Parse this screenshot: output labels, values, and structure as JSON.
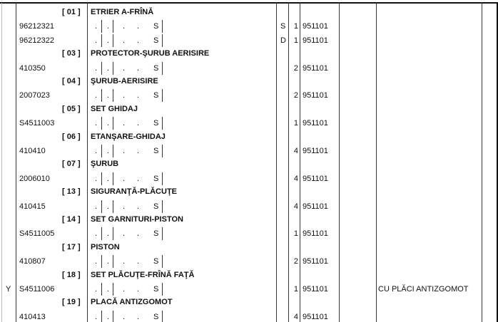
{
  "groups": [
    {
      "ref": "[ 01 ]",
      "name": "ETRIER A-FRÎNĂ",
      "parts": [
        {
          "code": "96212321",
          "col_s": "S",
          "side": "S",
          "qty": "1",
          "date": "951101"
        },
        {
          "code": "96212322",
          "col_s": "S",
          "side": "D",
          "qty": "1",
          "date": "951101"
        }
      ]
    },
    {
      "ref": "[ 03 ]",
      "name": "PROTECTOR-ŞURUB AERISIRE",
      "parts": [
        {
          "code": "410350",
          "col_s": "S",
          "qty": "2",
          "date": "951101"
        }
      ]
    },
    {
      "ref": "[ 04 ]",
      "name": "ŞURUB-AERISIRE",
      "parts": [
        {
          "code": "2007023",
          "col_s": "S",
          "qty": "2",
          "date": "951101"
        }
      ]
    },
    {
      "ref": "[ 05 ]",
      "name": "SET GHIDAJ",
      "parts": [
        {
          "code": "S4511003",
          "col_s": "S",
          "qty": "1",
          "date": "951101"
        }
      ]
    },
    {
      "ref": "[ 06 ]",
      "name": "ETANŞARE-GHIDAJ",
      "parts": [
        {
          "code": "410410",
          "col_s": "S",
          "qty": "4",
          "date": "951101"
        }
      ]
    },
    {
      "ref": "[ 07 ]",
      "name": "ŞURUB",
      "parts": [
        {
          "code": "2006010",
          "col_s": "S",
          "qty": "4",
          "date": "951101"
        }
      ]
    },
    {
      "ref": "[ 13 ]",
      "name": "SIGURANŢĂ-PLĂCUŢE",
      "parts": [
        {
          "code": "410415",
          "col_s": "S",
          "qty": "4",
          "date": "951101"
        }
      ]
    },
    {
      "ref": "[ 14 ]",
      "name": "SET GARNITURI-PISTON",
      "parts": [
        {
          "code": "S4511005",
          "col_s": "S",
          "qty": "1",
          "date": "951101"
        }
      ]
    },
    {
      "ref": "[ 17 ]",
      "name": "PISTON",
      "parts": [
        {
          "code": "410807",
          "col_s": "S",
          "qty": "2",
          "date": "951101"
        }
      ]
    },
    {
      "ref": "[ 18 ]",
      "name": "SET PLĂCUŢE-FRÎNĂ FAŢĂ",
      "parts": [
        {
          "code": "S4511006",
          "flag": "Y",
          "col_s": "S",
          "qty": "1",
          "date": "951101",
          "remark": "CU PLĂCI ANTIZGOMOT"
        }
      ]
    },
    {
      "ref": "[ 19 ]",
      "name": "PLACĂ ANTIZGOMOT",
      "parts": [
        {
          "code": "410413",
          "col_s": "S",
          "qty": "4",
          "date": "951101"
        }
      ]
    }
  ]
}
